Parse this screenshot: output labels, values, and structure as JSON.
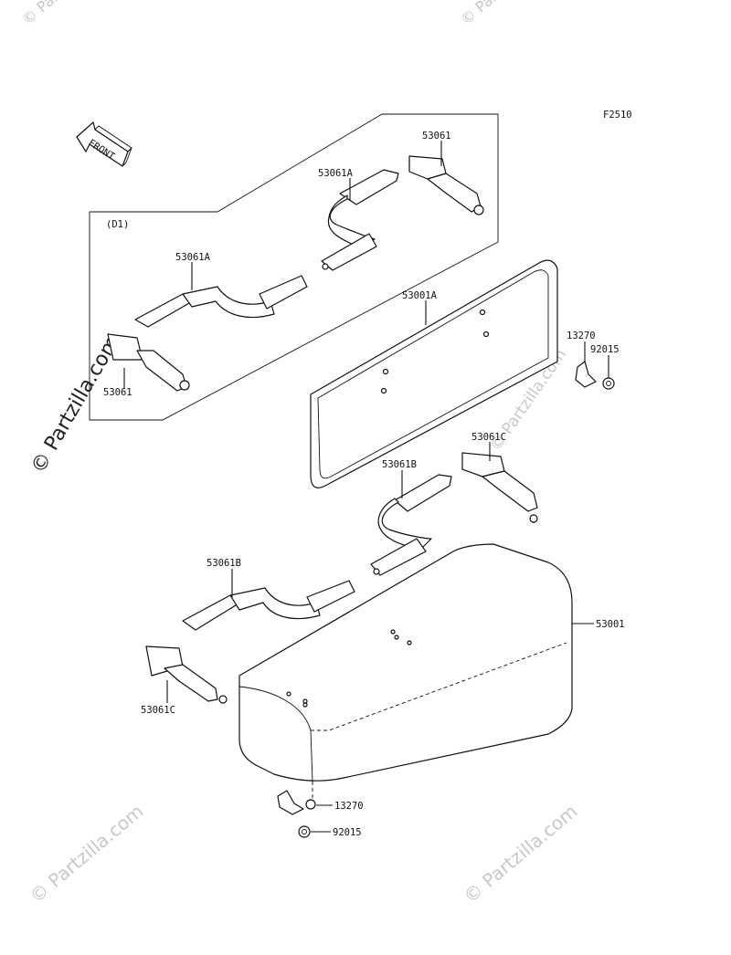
{
  "figure_code": "F2510",
  "front_label": "FRONT",
  "detail_tag": "(D1)",
  "watermark": "© Partzilla.com",
  "parts": {
    "p53061_top": "53061",
    "p53061A_top": "53061A",
    "p53061A_mid": "53061A",
    "p53061_left": "53061",
    "p53001A": "53001A",
    "p13270_top": "13270",
    "p92015_top": "92015",
    "p53061C_top": "53061C",
    "p53061B_top": "53061B",
    "p53061B_mid": "53061B",
    "p53001": "53001",
    "p53061C_bot": "53061C",
    "p13270_bot": "13270",
    "p92015_bot": "92015"
  }
}
